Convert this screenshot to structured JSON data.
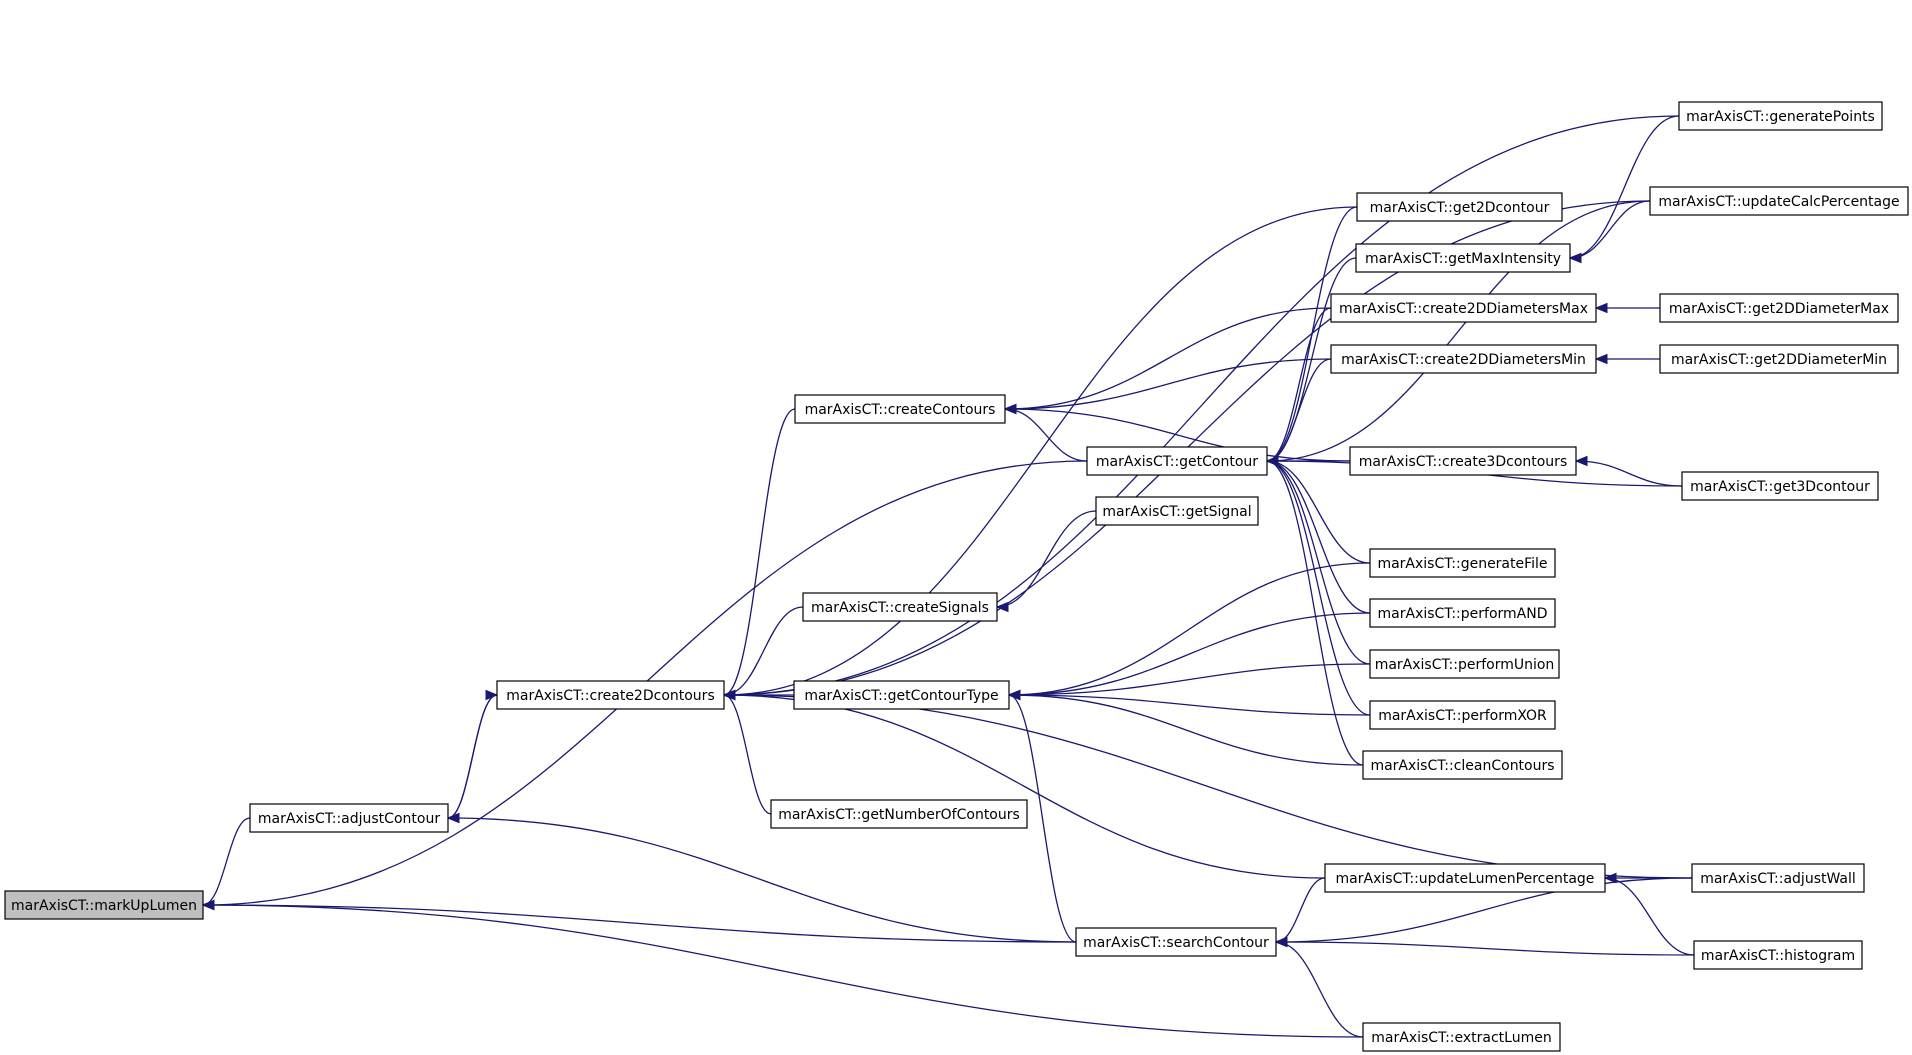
{
  "graph": {
    "nodes": [
      {
        "id": "markUpLumen",
        "label": "marAxisCT::markUpLumen",
        "root": true
      },
      {
        "id": "adjustContour",
        "label": "marAxisCT::adjustContour"
      },
      {
        "id": "create2Dcontours",
        "label": "marAxisCT::create2Dcontours"
      },
      {
        "id": "createContours",
        "label": "marAxisCT::createContours"
      },
      {
        "id": "createSignals",
        "label": "marAxisCT::createSignals"
      },
      {
        "id": "getContourType",
        "label": "marAxisCT::getContourType"
      },
      {
        "id": "getNumberOfContours",
        "label": "marAxisCT::getNumberOfContours"
      },
      {
        "id": "getContour",
        "label": "marAxisCT::getContour"
      },
      {
        "id": "getSignal",
        "label": "marAxisCT::getSignal"
      },
      {
        "id": "searchContour",
        "label": "marAxisCT::searchContour"
      },
      {
        "id": "get2Dcontour",
        "label": "marAxisCT::get2Dcontour"
      },
      {
        "id": "getMaxIntensity",
        "label": "marAxisCT::getMaxIntensity"
      },
      {
        "id": "create2DDiametersMax",
        "label": "marAxisCT::create2DDiametersMax"
      },
      {
        "id": "create2DDiametersMin",
        "label": "marAxisCT::create2DDiametersMin"
      },
      {
        "id": "create3Dcontours",
        "label": "marAxisCT::create3Dcontours"
      },
      {
        "id": "generateFile",
        "label": "marAxisCT::generateFile"
      },
      {
        "id": "performAND",
        "label": "marAxisCT::performAND"
      },
      {
        "id": "performUnion",
        "label": "marAxisCT::performUnion"
      },
      {
        "id": "performXOR",
        "label": "marAxisCT::performXOR"
      },
      {
        "id": "cleanContours",
        "label": "marAxisCT::cleanContours"
      },
      {
        "id": "updateLumenPercentage",
        "label": "marAxisCT::updateLumenPercentage"
      },
      {
        "id": "extractLumen",
        "label": "marAxisCT::extractLumen"
      },
      {
        "id": "generatePoints",
        "label": "marAxisCT::generatePoints"
      },
      {
        "id": "updateCalcPercentage",
        "label": "marAxisCT::updateCalcPercentage"
      },
      {
        "id": "get2DDiameterMax",
        "label": "marAxisCT::get2DDiameterMax"
      },
      {
        "id": "get2DDiameterMin",
        "label": "marAxisCT::get2DDiameterMin"
      },
      {
        "id": "get3Dcontour",
        "label": "marAxisCT::get3Dcontour"
      },
      {
        "id": "adjustWall",
        "label": "marAxisCT::adjustWall"
      },
      {
        "id": "histogram",
        "label": "marAxisCT::histogram"
      }
    ],
    "edges": [
      {
        "from": "markUpLumen",
        "to": "adjustContour"
      },
      {
        "from": "markUpLumen",
        "to": "getContour"
      },
      {
        "from": "markUpLumen",
        "to": "searchContour"
      },
      {
        "from": "markUpLumen",
        "to": "extractLumen"
      },
      {
        "from": "adjustContour",
        "to": "create2Dcontours"
      },
      {
        "from": "adjustContour",
        "to": "searchContour"
      },
      {
        "from": "create2Dcontours",
        "to": "adjustContour"
      },
      {
        "from": "create2Dcontours",
        "to": "createContours"
      },
      {
        "from": "create2Dcontours",
        "to": "createSignals"
      },
      {
        "from": "create2Dcontours",
        "to": "getContourType"
      },
      {
        "from": "create2Dcontours",
        "to": "getNumberOfContours"
      },
      {
        "from": "create2Dcontours",
        "to": "generatePoints"
      },
      {
        "from": "create2Dcontours",
        "to": "updateCalcPercentage"
      },
      {
        "from": "create2Dcontours",
        "to": "get2Dcontour"
      },
      {
        "from": "create2Dcontours",
        "to": "updateLumenPercentage"
      },
      {
        "from": "create2Dcontours",
        "to": "adjustWall"
      },
      {
        "from": "createContours",
        "to": "getContour"
      },
      {
        "from": "createContours",
        "to": "create2DDiametersMax"
      },
      {
        "from": "createContours",
        "to": "create2DDiametersMin"
      },
      {
        "from": "createContours",
        "to": "create3Dcontours"
      },
      {
        "from": "createSignals",
        "to": "getSignal"
      },
      {
        "from": "getContourType",
        "to": "searchContour"
      },
      {
        "from": "getContourType",
        "to": "generateFile"
      },
      {
        "from": "getContourType",
        "to": "performAND"
      },
      {
        "from": "getContourType",
        "to": "performUnion"
      },
      {
        "from": "getContourType",
        "to": "performXOR"
      },
      {
        "from": "getContourType",
        "to": "cleanContours"
      },
      {
        "from": "getContour",
        "to": "get2Dcontour"
      },
      {
        "from": "getContour",
        "to": "getMaxIntensity"
      },
      {
        "from": "getContour",
        "to": "create2DDiametersMax"
      },
      {
        "from": "getContour",
        "to": "create2DDiametersMin"
      },
      {
        "from": "getContour",
        "to": "create3Dcontours"
      },
      {
        "from": "getContour",
        "to": "get3Dcontour"
      },
      {
        "from": "getContour",
        "to": "updateCalcPercentage"
      },
      {
        "from": "getContour",
        "to": "generateFile"
      },
      {
        "from": "getContour",
        "to": "performAND"
      },
      {
        "from": "getContour",
        "to": "performUnion"
      },
      {
        "from": "getContour",
        "to": "performXOR"
      },
      {
        "from": "getContour",
        "to": "cleanContours"
      },
      {
        "from": "searchContour",
        "to": "updateLumenPercentage"
      },
      {
        "from": "searchContour",
        "to": "adjustWall"
      },
      {
        "from": "searchContour",
        "to": "histogram"
      },
      {
        "from": "searchContour",
        "to": "extractLumen"
      },
      {
        "from": "updateLumenPercentage",
        "to": "adjustWall"
      },
      {
        "from": "updateLumenPercentage",
        "to": "histogram"
      },
      {
        "from": "getMaxIntensity",
        "to": "generatePoints"
      },
      {
        "from": "getMaxIntensity",
        "to": "updateCalcPercentage"
      },
      {
        "from": "create2DDiametersMax",
        "to": "get2DDiameterMax"
      },
      {
        "from": "create2DDiametersMin",
        "to": "get2DDiameterMin"
      },
      {
        "from": "create3Dcontours",
        "to": "get3Dcontour"
      }
    ]
  }
}
